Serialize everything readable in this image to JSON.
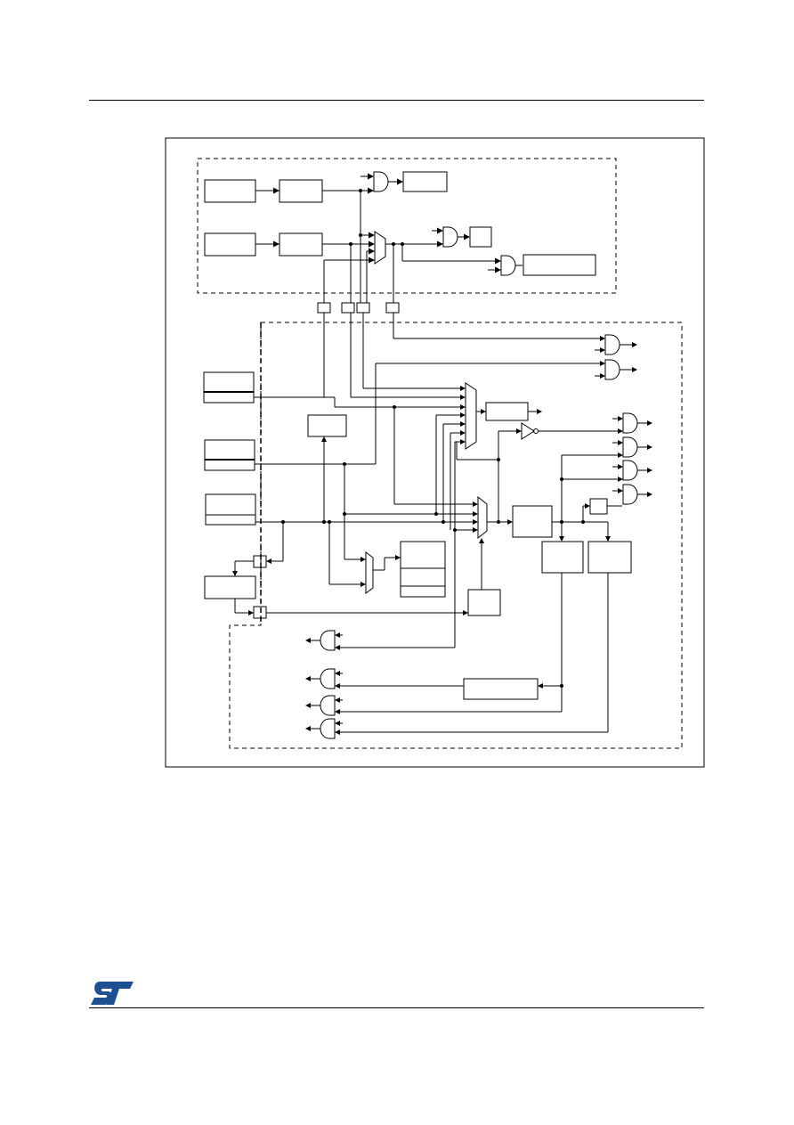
{
  "page": {
    "background": "#ffffff",
    "line_color": "#000000"
  },
  "header": {},
  "figure": {
    "type": "clock tree block diagram",
    "frame": "solid",
    "upper_region": "dashed",
    "lower_region": "dashed"
  },
  "footer": {
    "logo": "ST logo",
    "logo_color": "#1d4f91"
  }
}
